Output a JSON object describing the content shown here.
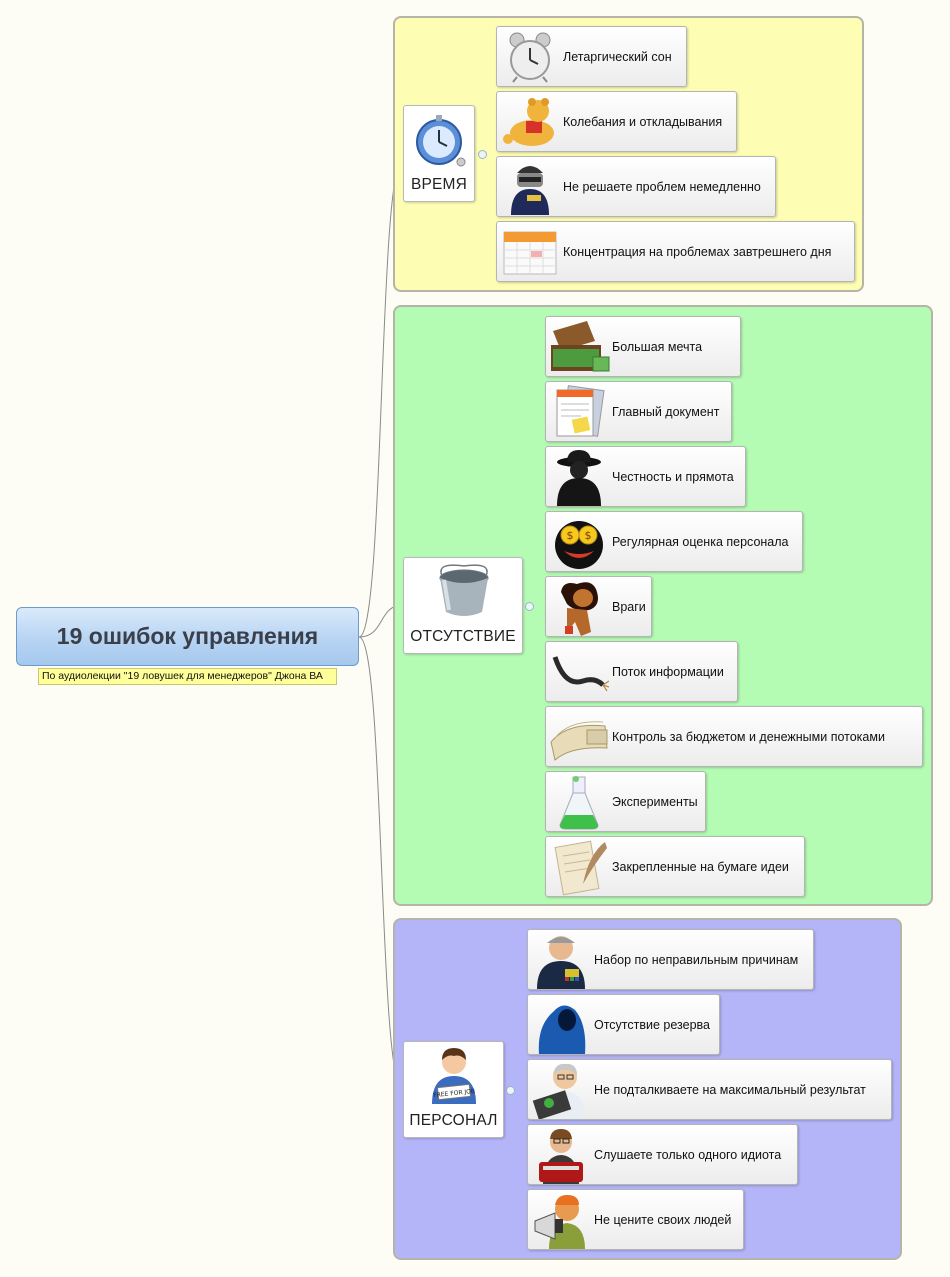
{
  "central": {
    "title": "19 ошибок управления",
    "note": "По аудиолекции \"19 ловушек для менеджеров\" Джона ВА"
  },
  "branches": {
    "time": {
      "label": "ВРЕМЯ",
      "icon": "stopwatch-icon",
      "color": "#fdfdb4",
      "topics": [
        {
          "label": "Летаргический сон",
          "icon": "alarm-clock-icon"
        },
        {
          "label": "Колебания и откладывания",
          "icon": "winnie-the-pooh-icon"
        },
        {
          "label": "Не решаете проблем немедленно",
          "icon": "policeman-icon"
        },
        {
          "label": "Концентрация на проблемах завтрешнего дня",
          "icon": "calendar-icon"
        }
      ]
    },
    "absence": {
      "label": "ОТСУТСТВИЕ",
      "icon": "empty-bucket-icon",
      "color": "#b4fcb4",
      "topics": [
        {
          "label": "Большая мечта",
          "icon": "money-suitcase-icon"
        },
        {
          "label": "Главный документ",
          "icon": "documents-icon"
        },
        {
          "label": "Честность и прямота",
          "icon": "spy-icon"
        },
        {
          "label": "Регулярная оценка персонала",
          "icon": "dollar-eyes-smiley-icon"
        },
        {
          "label": "Враги",
          "icon": "lion-scar-icon"
        },
        {
          "label": "Поток информации",
          "icon": "cable-icon"
        },
        {
          "label": "Контроль за бюджетом и денежными потоками",
          "icon": "cash-stack-icon"
        },
        {
          "label": "Эксперименты",
          "icon": "flask-icon"
        },
        {
          "label": "Закрепленные на бумаге идеи",
          "icon": "quill-paper-icon"
        }
      ]
    },
    "staff": {
      "label": "ПЕРСОНАЛ",
      "icon": "job-seeker-icon",
      "color": "#b4b4f8",
      "topics": [
        {
          "label": "Набор по неправильным причинам",
          "icon": "general-icon"
        },
        {
          "label": "Отсутствие резерва",
          "icon": "hooded-figure-icon"
        },
        {
          "label": "Не подталкиваете на  максимальный результат",
          "icon": "businessman-tablet-icon"
        },
        {
          "label": "Слушаете только одного идиота",
          "icon": "speaker-man-icon"
        },
        {
          "label": "Не цените своих людей",
          "icon": "megaphone-man-icon"
        }
      ]
    }
  }
}
